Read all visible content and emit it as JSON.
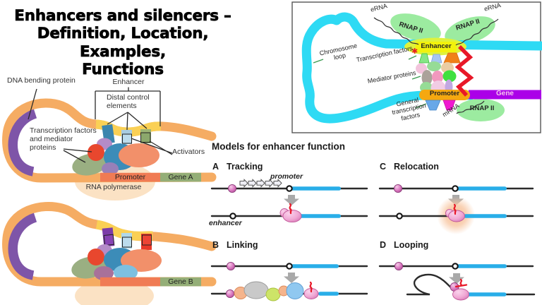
{
  "title": {
    "line1": "Enhancers and silencers –",
    "line2": "Definition, Location, Examples,",
    "line3": "Functions"
  },
  "left_top_diagram": {
    "dna_bending_protein": "DNA bending protein",
    "enhancer": "Enhancer",
    "distal_control_elements": "Distal control elements",
    "tf_mediator": "Transcription factors and mediator proteins",
    "activators": "Activators",
    "promoter": "Promoter",
    "gene_a": "Gene A",
    "rna_polymerase": "RNA polymerase"
  },
  "left_bottom_diagram": {
    "gene_b": "Gene B"
  },
  "loop_diagram": {
    "erna_left": "eRNA",
    "erna_right": "eRNA",
    "rnap2_left": "RNAP II",
    "rnap2_right": "RNAP II",
    "rnap2_bottom": "RNAP II",
    "enhancer": "Enhancer",
    "star_marker": "✱",
    "chromosome_loop": "Chromosome loop",
    "transcription_factors": "Transcription factors",
    "mediator_proteins": "Mediator proteins",
    "promoter": "Promoter",
    "gene": "Gene",
    "general_transcription_factors": "General transcription factors",
    "mrna": "mRNA"
  },
  "models": {
    "heading": "Models for enhancer function",
    "panels": [
      {
        "key": "A",
        "label": "Tracking"
      },
      {
        "key": "B",
        "label": "Linking"
      },
      {
        "key": "C",
        "label": "Relocation"
      },
      {
        "key": "D",
        "label": "Looping"
      }
    ],
    "annotations": {
      "promoter": "promoter",
      "enhancer": "enhancer"
    }
  },
  "colors": {
    "dna_strand": "#F5AC63",
    "enhancer_segment": "#FAD055",
    "bending_protein": "#7E55A8",
    "promoter_bar": "#F07B54",
    "gene_bar_green": "#94AE77",
    "chromosome_cyan": "#2EDAF4",
    "rnap_green": "#9CEBA0",
    "enhancer_box_yellow": "#F2F20C",
    "promoter_pill_orange": "#F5A810",
    "gene_purple": "#AB00E8",
    "red_accent": "#E81828",
    "gene_segment_cyan": "#29AEE8",
    "enhancer_ball_pink": "#DD7FC4",
    "arrow_gray": "#A9A9A9"
  }
}
